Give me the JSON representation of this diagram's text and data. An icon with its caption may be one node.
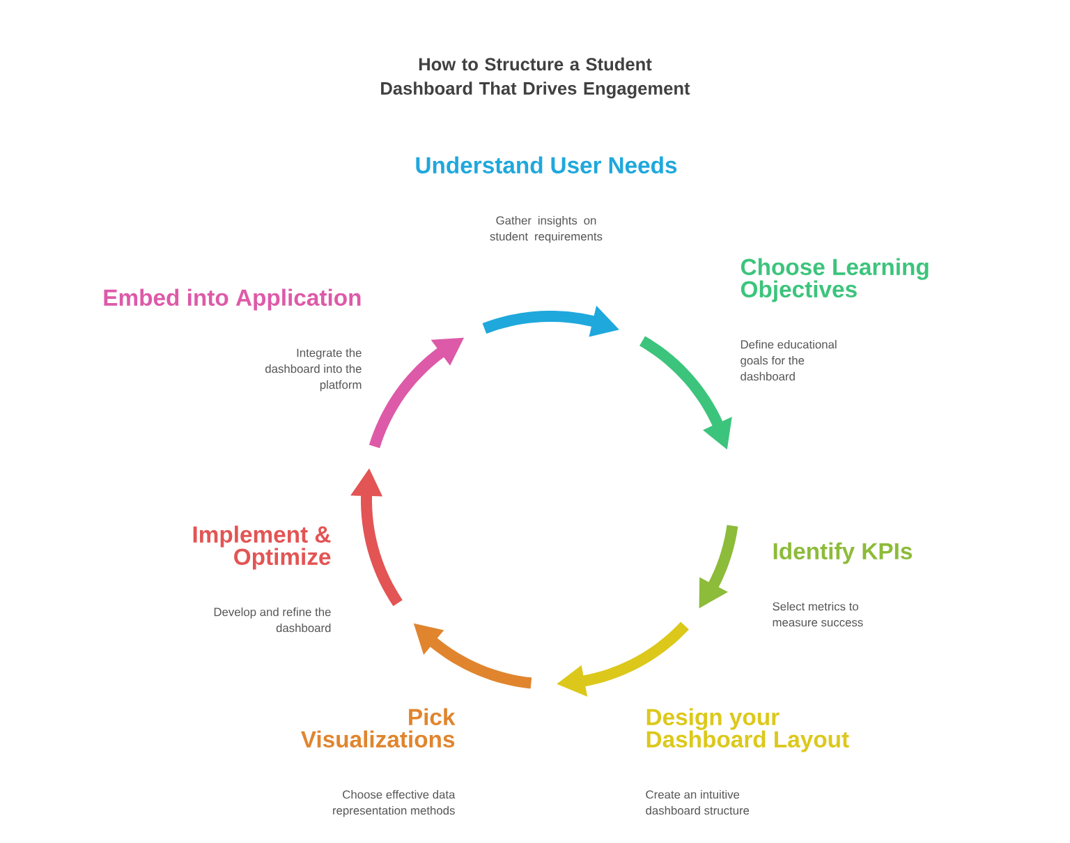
{
  "diagram": {
    "title": "How to Structure a Student Dashboard That Drives Engagement",
    "nodes": [
      {
        "text": [
          "Understand User Needs",
          "Gather insights on student requirements"
        ]
      },
      {
        "text": [
          "Choose Learning Objectives",
          "Define educational goals for the dashboard"
        ]
      },
      {
        "text": [
          "Identify KPIs",
          "Select metrics to measure success"
        ]
      },
      {
        "text": [
          "Design your Dashboard Layout",
          "Create an intuitive dashboard structure"
        ]
      },
      {
        "text": [
          "Pick Visualizations",
          "Choose effective data representation methods"
        ]
      },
      {
        "text": [
          "Implement & Optimize",
          "Develop and refine the dashboard"
        ]
      },
      {
        "text": [
          "Embed into Application",
          "Integrate the dashboard into the platform"
        ]
      }
    ]
  }
}
